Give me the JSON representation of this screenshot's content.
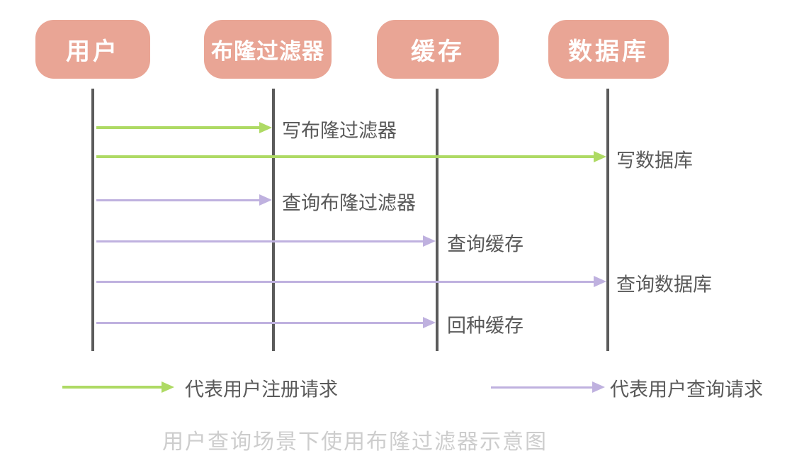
{
  "colors": {
    "actor_fill": "#E9A595",
    "actor_text": "#FFFFFF",
    "lifeline": "#5B5B5B",
    "register_arrow": "#AEDA64",
    "query_arrow": "#BFB1DF",
    "label_text": "#595959",
    "caption_text": "#CDCDCD"
  },
  "actors": [
    {
      "label": "用户"
    },
    {
      "label": "布隆过滤器"
    },
    {
      "label": "缓存"
    },
    {
      "label": "数据库"
    }
  ],
  "messages": [
    {
      "label": "写布隆过滤器",
      "type": "register",
      "from": "用户",
      "to": "布隆过滤器"
    },
    {
      "label": "写数据库",
      "type": "register",
      "from": "用户",
      "to": "数据库"
    },
    {
      "label": "查询布隆过滤器",
      "type": "query",
      "from": "用户",
      "to": "布隆过滤器"
    },
    {
      "label": "查询缓存",
      "type": "query",
      "from": "用户",
      "to": "缓存"
    },
    {
      "label": "查询数据库",
      "type": "query",
      "from": "用户",
      "to": "数据库"
    },
    {
      "label": "回种缓存",
      "type": "query",
      "from": "用户",
      "to": "缓存"
    }
  ],
  "legend": [
    {
      "color": "#AEDA64",
      "label": "代表用户注册请求"
    },
    {
      "color": "#BFB1DF",
      "label": "代表用户查询请求"
    }
  ],
  "caption": "用户查询场景下使用布隆过滤器示意图"
}
